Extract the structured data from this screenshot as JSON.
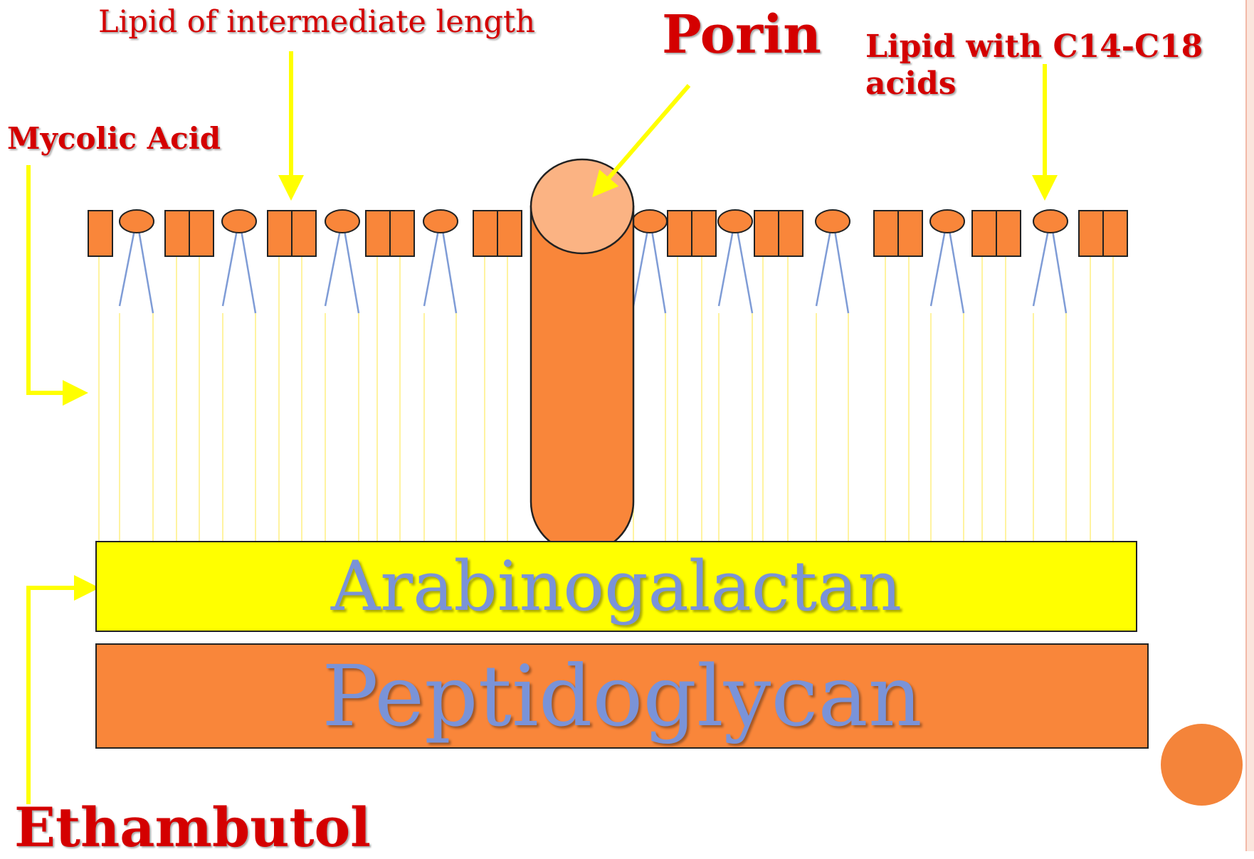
{
  "labels": {
    "intermediate": "Lipid of intermediate length",
    "porin": "Porin",
    "c14_c18": "Lipid with C14-C18 acids",
    "mycolic": "Mycolic Acid",
    "ethambutol": "Ethambutol"
  },
  "layers": {
    "arabinogalactan": "Arabinogalactan",
    "peptidoglycan": "Peptidoglycan"
  },
  "colors": {
    "label_red": "#d40000",
    "arrow_yellow": "#ffff00",
    "lipid_orange": "#f9863a",
    "porin_head": "#fbb383",
    "tail_blue": "#7f9cd6",
    "mycolic_tail": "#fff3a0",
    "layer_text": "#7a93d8"
  }
}
